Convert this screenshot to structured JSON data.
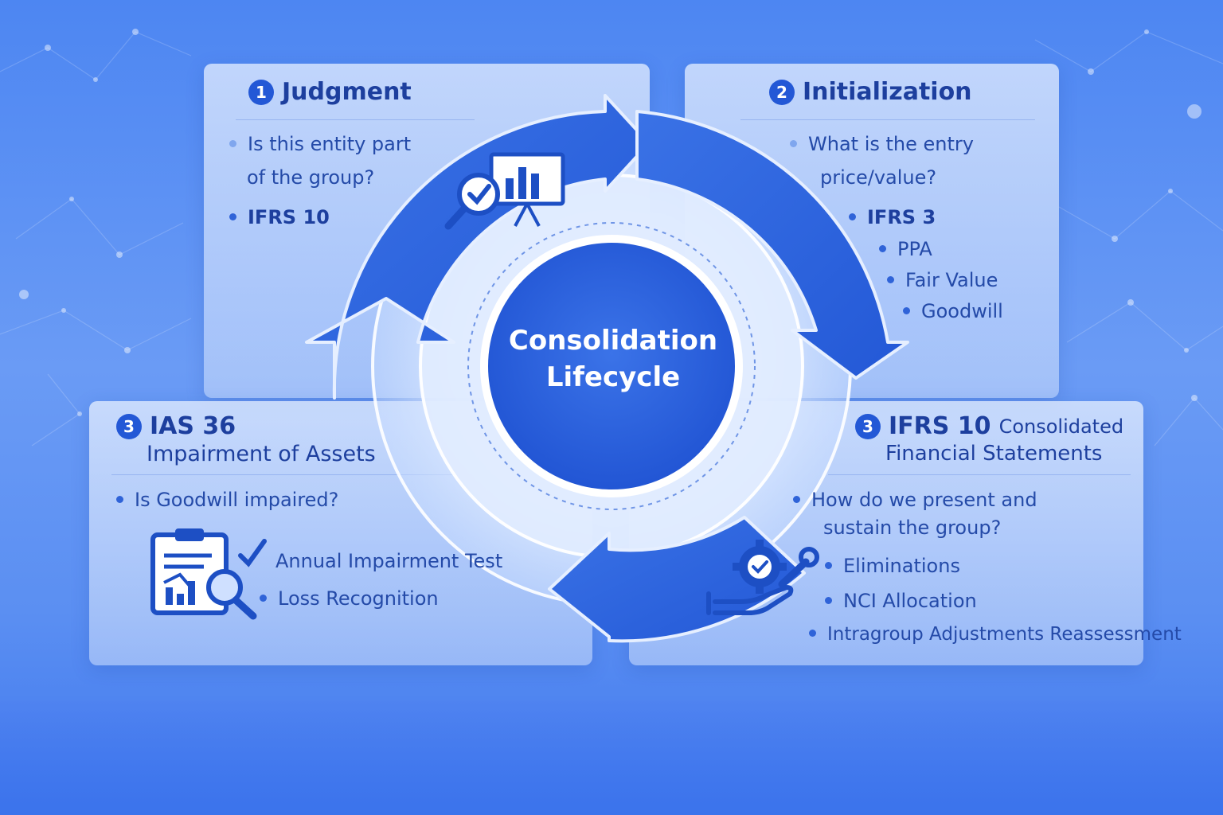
{
  "center": {
    "line1": "Consolidation",
    "line2": "Lifecycle"
  },
  "judgment": {
    "number": "1",
    "title": "Judgment",
    "question_line1": "Is this entity part",
    "question_line2": "of the group?",
    "standard": "IFRS 10"
  },
  "initialization": {
    "number": "2",
    "title": "Initialization",
    "question_line1": "What is the entry",
    "question_line2": "price/value?",
    "standard": "IFRS 3",
    "items": [
      "PPA",
      "Fair Value",
      "Goodwill"
    ]
  },
  "impairment": {
    "number": "3",
    "title": "IAS 36",
    "subtitle": "Impairment of Assets",
    "question": "Is Goodwill impaired?",
    "items": [
      "Annual Impairment Test",
      "Loss Recognition"
    ]
  },
  "consolidated": {
    "number": "3",
    "title": "IFRS 10",
    "title_suffix": "Consolidated",
    "subtitle": "Financial Statements",
    "question_line1": "How do we present and",
    "question_line2": "sustain the group?",
    "items": [
      "Eliminations",
      "NCI Allocation",
      "Intragroup Adjustments Reassessment"
    ]
  },
  "icons": [
    "presentation-chart-icon",
    "magnifier-check-icon",
    "clipboard-chart-icon",
    "magnifier-icon",
    "checkmark-icon",
    "gear-check-icon",
    "wrench-icon",
    "hand-icon"
  ],
  "colors": {
    "accent": "#2358d6",
    "arrow": "#2f66dc",
    "background": "#5b8ff2"
  }
}
